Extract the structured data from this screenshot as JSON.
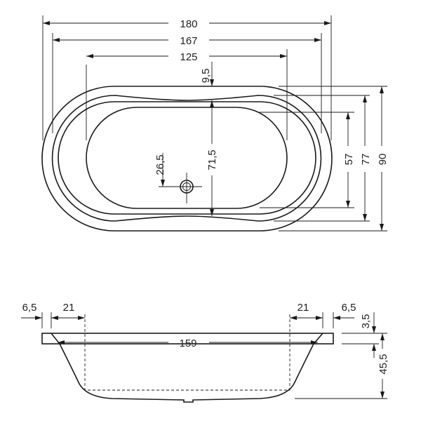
{
  "top_view": {
    "dims": {
      "overall_length": "180",
      "rim_length": "167",
      "basin_length": "125",
      "rim_offset": "9,5",
      "inner_width": "71,5",
      "drain_offset": "26,5",
      "basin_width": "57",
      "rim_width": "77",
      "overall_width": "90"
    }
  },
  "side_view": {
    "dims": {
      "left_rim": "6,5",
      "left_slope": "21",
      "right_slope": "21",
      "right_rim": "6,5",
      "rim_thickness": "3,5",
      "bottom_length": "159",
      "depth": "45,5"
    }
  }
}
